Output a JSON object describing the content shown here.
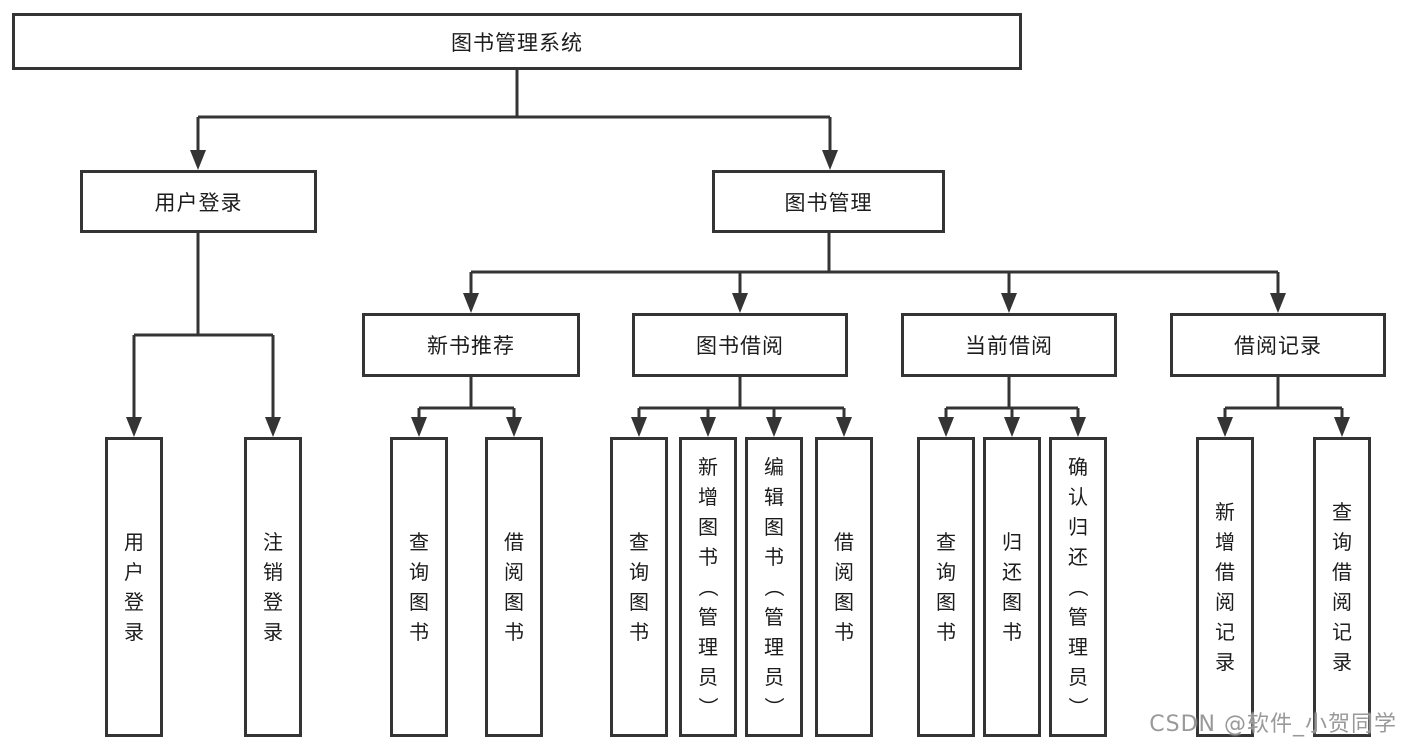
{
  "diagram": {
    "root": "图书管理系统",
    "branches": [
      {
        "label": "用户登录",
        "leaves": [
          "用户登录",
          "注销登录"
        ]
      },
      {
        "label": "图书管理",
        "groups": [
          {
            "label": "新书推荐",
            "leaves": [
              "查询图书",
              "借阅图书"
            ]
          },
          {
            "label": "图书借阅",
            "leaves": [
              "查询图书",
              "新增图书（管理员）",
              "编辑图书（管理员）",
              "借阅图书"
            ]
          },
          {
            "label": "当前借阅",
            "leaves": [
              "查询图书",
              "归还图书",
              "确认归还（管理员）"
            ]
          },
          {
            "label": "借阅记录",
            "leaves": [
              "新增借阅记录",
              "查询借阅记录"
            ]
          }
        ]
      }
    ]
  },
  "watermark": {
    "text": "CSDN @软件_小贺同学"
  },
  "colors": {
    "line": "#343434",
    "box_border": "#343434",
    "text": "#1c1c1c",
    "watermark": "#8e8e8e",
    "background": "#ffffff"
  }
}
